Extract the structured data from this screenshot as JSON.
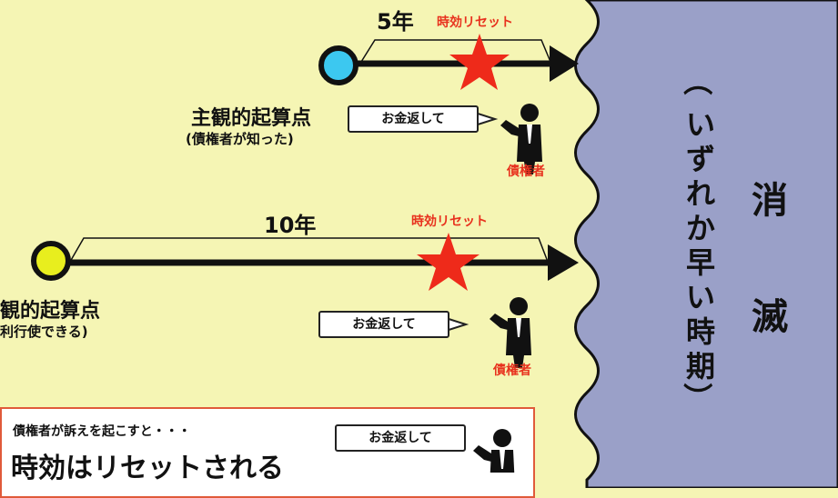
{
  "right_panel": {
    "title_chars": [
      "消",
      "滅"
    ],
    "subtitle_chars": [
      "（",
      "い",
      "ず",
      "れ",
      "か",
      "早",
      "い",
      "時",
      "期",
      "）"
    ]
  },
  "colors": {
    "background": "#f5f5b4",
    "panel": "#9aa0c8",
    "star": "#ee2a1a",
    "accent_red": "#e8321e",
    "circle_subjective": "#3cc8f0",
    "circle_objective": "#e8ee1e"
  },
  "row1": {
    "period": "5年",
    "reset": "時効リセット",
    "start_label": "主観的起算点",
    "start_sub": "(債権者が知った)",
    "bubble": "お金返して",
    "person": "債権者"
  },
  "row2": {
    "period": "10年",
    "reset": "時効リセット",
    "start_label": "観的起算点",
    "start_sub": "利行使できる)",
    "bubble": "お金返して",
    "person": "債権者"
  },
  "note": {
    "small": "債権者が訴えを起こすと・・・",
    "big": "時効はリセットされる",
    "bubble": "お金返して"
  }
}
